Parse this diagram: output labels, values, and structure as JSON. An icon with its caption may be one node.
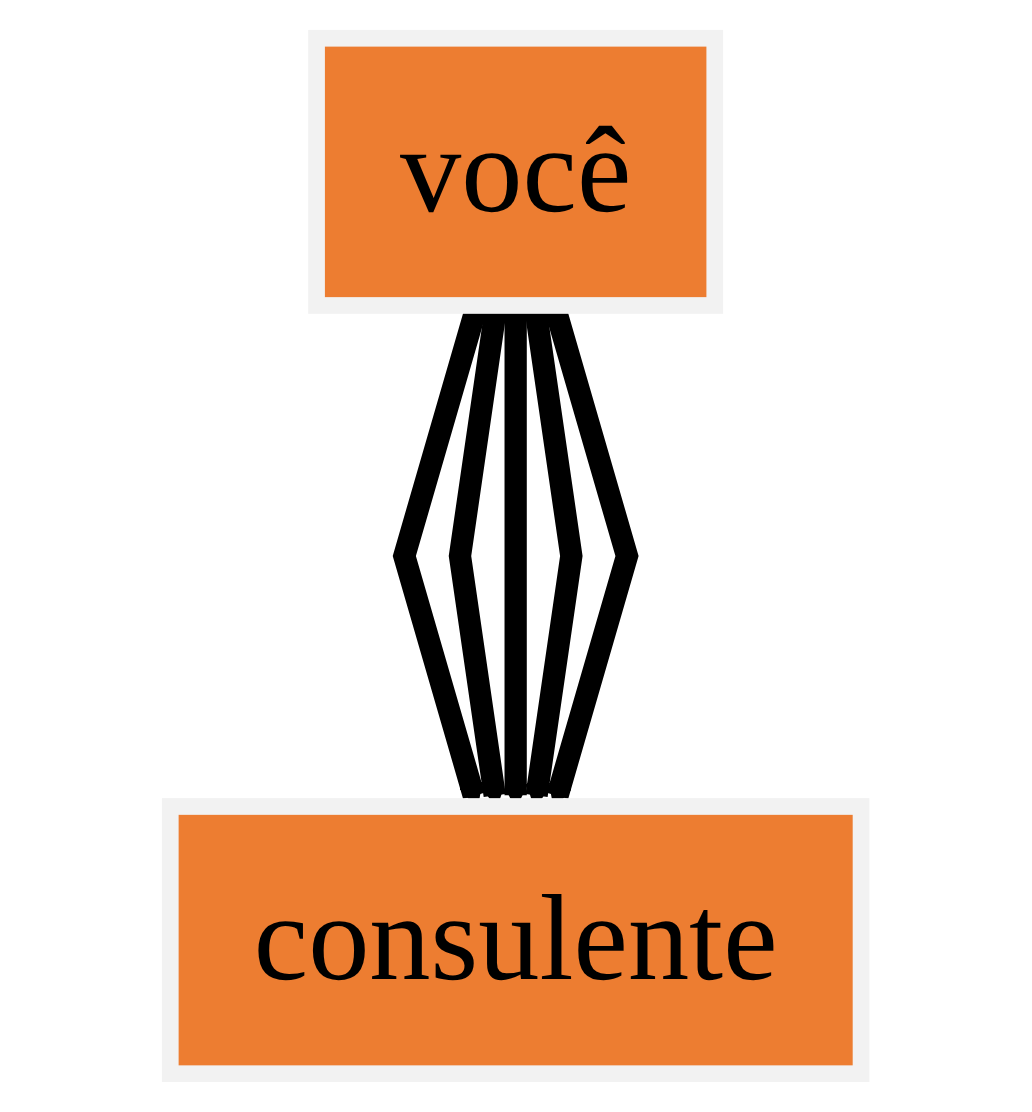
{
  "diagram": {
    "nodes": [
      {
        "text": [
          "você"
        ]
      },
      {
        "text": [
          "consulente"
        ]
      }
    ],
    "edges": [
      {
        "from": 0,
        "to": 1,
        "arrow": "to"
      },
      {
        "from": 0,
        "to": 1,
        "arrow": "to"
      },
      {
        "from": 0,
        "to": 1,
        "arrow": "to"
      },
      {
        "from": 0,
        "to": 1,
        "arrow": "to"
      },
      {
        "from": 0,
        "to": 1,
        "arrow": "to"
      }
    ]
  }
}
